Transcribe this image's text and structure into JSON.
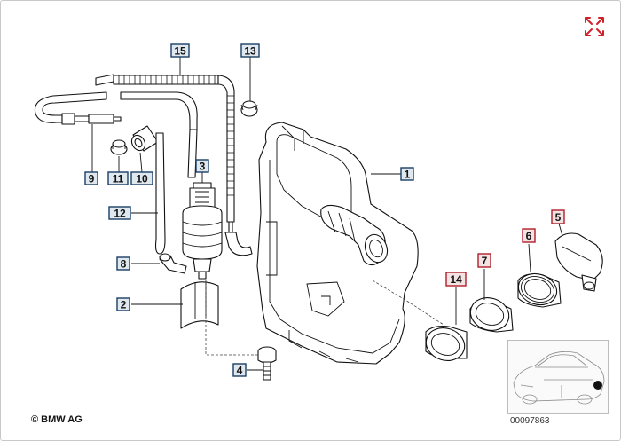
{
  "diagram": {
    "copyright": "© BMW AG",
    "document_number": "00097863",
    "colors": {
      "callout_blue_border": "#1b3f66",
      "callout_blue_fill": "#dfe7ef",
      "callout_red_border": "#b01e2a",
      "callout_red_fill": "#f3e3e3",
      "expand_icon": "#d0202a"
    },
    "icons": {
      "expand": "expand-arrows-icon",
      "vehicle_thumbnail": "car-outline-icon"
    },
    "callouts": {
      "c1": "1",
      "c2": "2",
      "c3": "3",
      "c4": "4",
      "c5": "5",
      "c6": "6",
      "c7": "7",
      "c8": "8",
      "c9": "9",
      "c10": "10",
      "c11": "11",
      "c12": "12",
      "c13": "13",
      "c14": "14",
      "c15": "15"
    }
  }
}
